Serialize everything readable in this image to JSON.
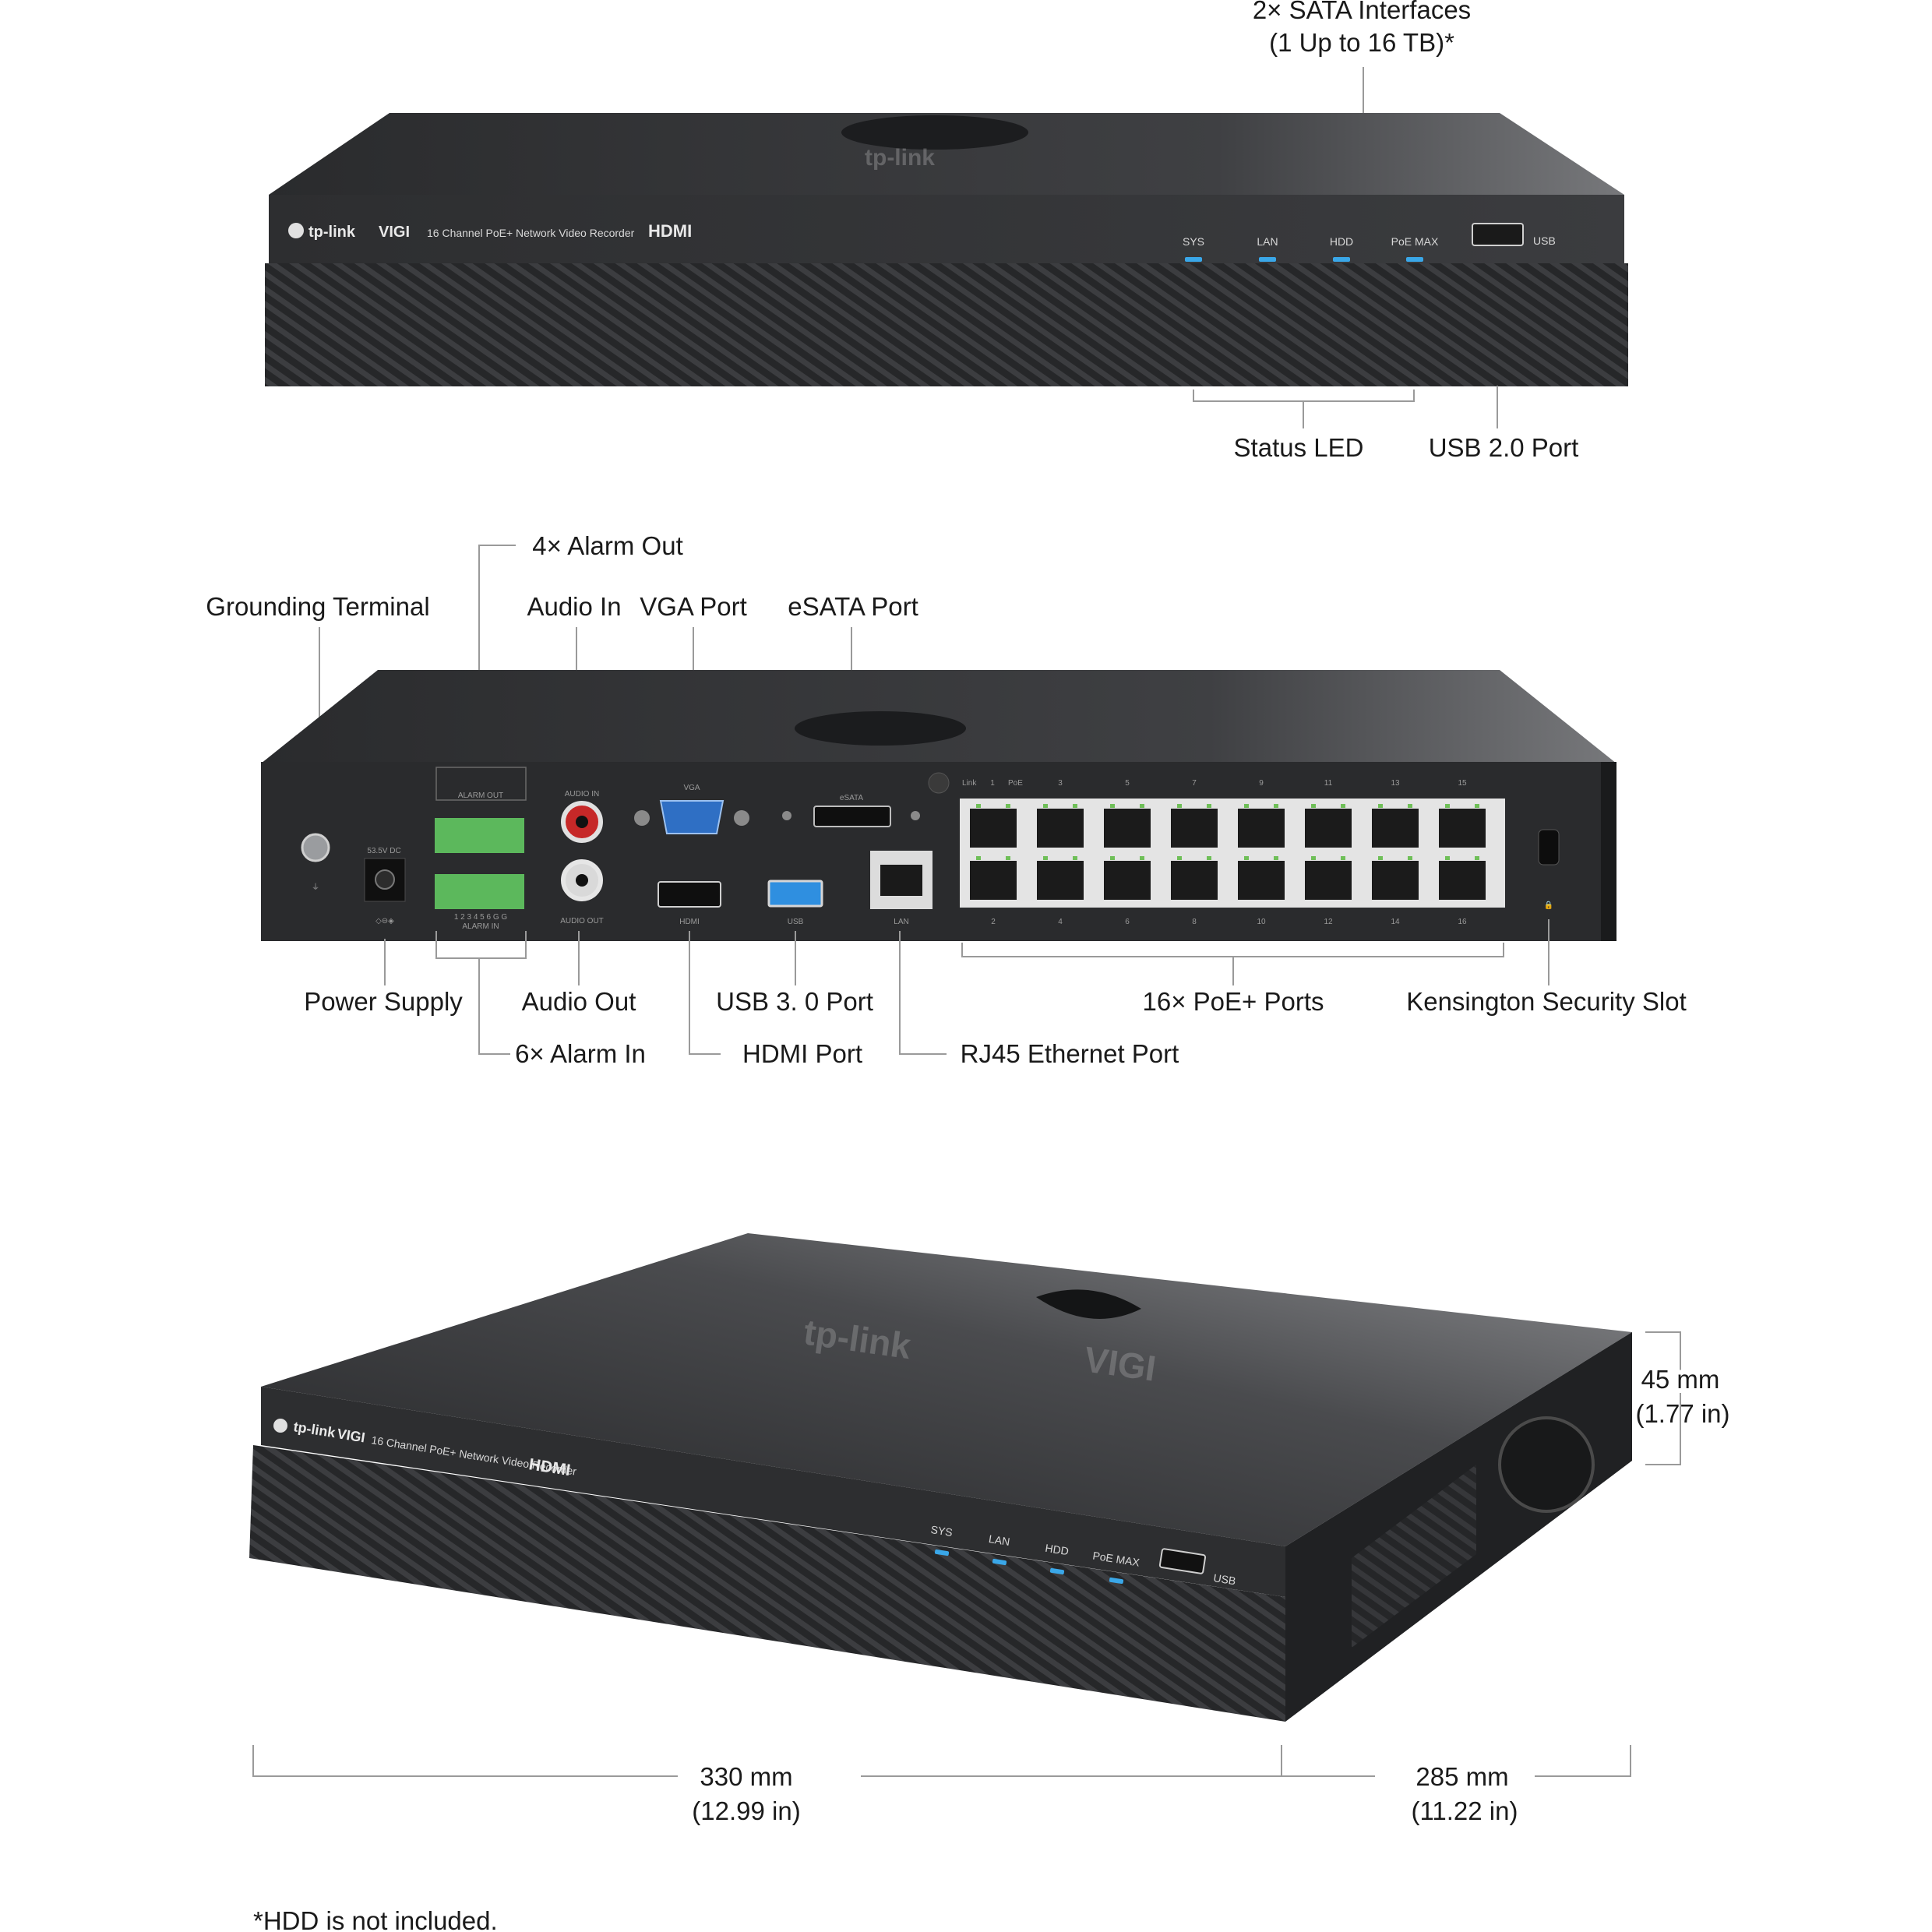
{
  "front": {
    "callouts": {
      "sata_line1": "2× SATA Interfaces",
      "sata_line2": "(1 Up to 16 TB)*",
      "status_led": "Status LED",
      "usb20": "USB 2.0 Port"
    },
    "brand": {
      "logo_text": "tp-link",
      "sub_brand": "VIGI",
      "model": "16 Channel PoE+ Network Video Recorder",
      "hdmi": "HDMI"
    },
    "leds": [
      "SYS",
      "LAN",
      "HDD",
      "PoE MAX"
    ],
    "usb_label": "USB"
  },
  "rear": {
    "callouts": {
      "alarm_out": "4× Alarm Out",
      "grounding": "Grounding Terminal",
      "audio_in": "Audio In",
      "vga": "VGA Port",
      "esata": "eSATA Port",
      "power": "Power Supply",
      "audio_out": "Audio Out",
      "usb30": "USB 3. 0 Port",
      "poe_ports": "16× PoE+ Ports",
      "kensington": "Kensington Security Slot",
      "alarm_in": "6× Alarm In",
      "hdmi": "HDMI Port",
      "rj45": "RJ45 Ethernet Port"
    },
    "panel_labels": {
      "alarm_out": "ALARM OUT",
      "alarm_in": "ALARM IN",
      "alarm_in_pins": "1 2 3 4 5 6 G G",
      "dc": "53.5V  DC",
      "audio_in": "AUDIO IN",
      "audio_out": "AUDIO OUT",
      "vga": "VGA",
      "esata": "eSATA",
      "hdmi": "HDMI",
      "usb": "USB",
      "lan": "LAN",
      "link": "Link",
      "poe": "PoE",
      "top_ports": [
        "1",
        "3",
        "5",
        "7",
        "9",
        "11",
        "13",
        "15"
      ],
      "bottom_ports": [
        "2",
        "4",
        "6",
        "8",
        "10",
        "12",
        "14",
        "16"
      ]
    }
  },
  "perspective": {
    "height_mm": "45 mm",
    "height_in": "(1.77 in)",
    "width_mm": "330 mm",
    "width_in": "(12.99 in)",
    "depth_mm": "285 mm",
    "depth_in": "(11.22 in)",
    "brand": {
      "logo_text": "tp-link",
      "sub_brand": "VIGI",
      "model": "16 Channel PoE+ Network Video Recorder",
      "hdmi": "HDMI"
    },
    "leds": [
      "SYS",
      "LAN",
      "HDD",
      "PoE MAX"
    ],
    "usb_label": "USB"
  },
  "footnote": "*HDD is not included.",
  "colors": {
    "chassis": "#2b2c2e",
    "chassis_top": "#3a3b3e",
    "led": "#3aa7e8",
    "terminal": "#5cb85c",
    "vga": "#2f6fc4",
    "usb3": "#2f8fe0",
    "audio_in": "#c62828"
  }
}
